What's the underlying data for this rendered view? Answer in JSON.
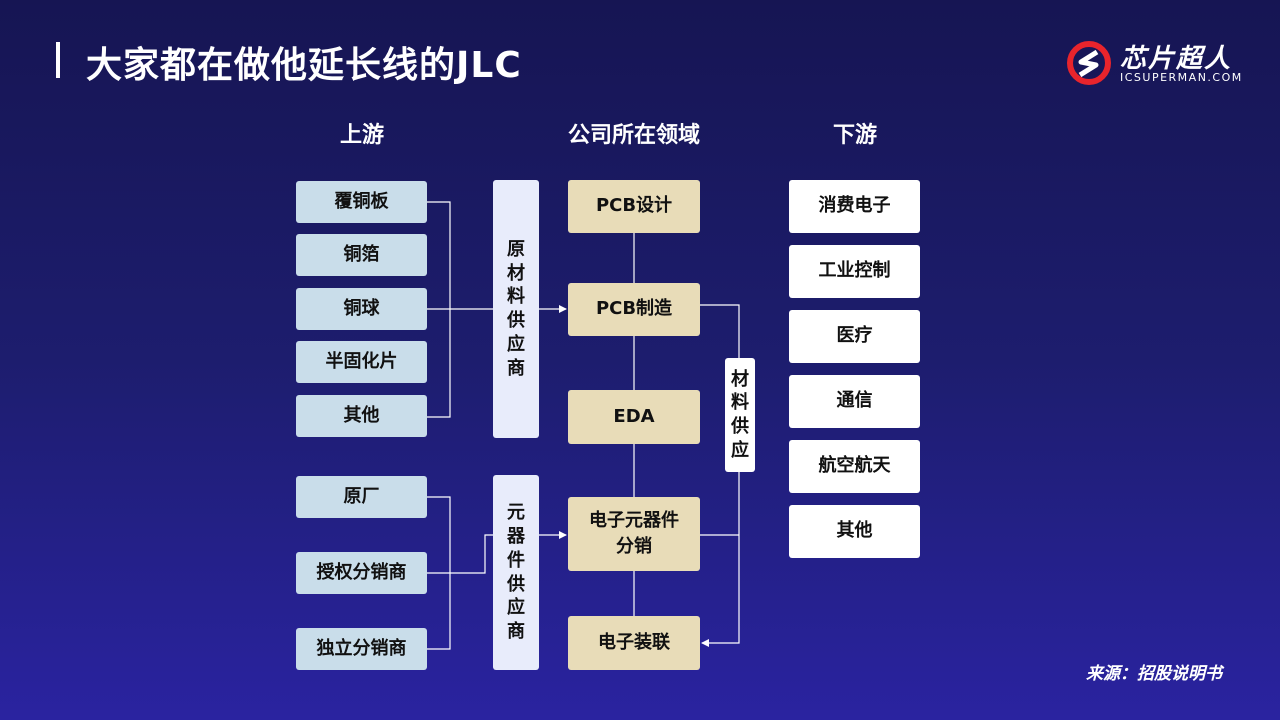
{
  "title": "大家都在做他延长线的JLC",
  "logo": {
    "name": "芯片超人",
    "sub": "ICSUPERMAN.COM"
  },
  "columns": {
    "upstream": "上游",
    "company": "公司所在领域",
    "downstream": "下游"
  },
  "upstream_materials": [
    {
      "label": "覆铜板"
    },
    {
      "label": "铜箔"
    },
    {
      "label": "铜球"
    },
    {
      "label": "半固化片"
    },
    {
      "label": "其他"
    }
  ],
  "upstream_components": [
    {
      "label": "原厂"
    },
    {
      "label": "授权分销商"
    },
    {
      "label": "独立分销商"
    }
  ],
  "materials_supplier": [
    "原",
    "材",
    "料",
    "供",
    "应",
    "商"
  ],
  "components_supplier": [
    "元",
    "器",
    "件",
    "供",
    "应",
    "商"
  ],
  "company_domains": [
    {
      "label": "PCB设计"
    },
    {
      "label": "PCB制造"
    },
    {
      "label": "EDA"
    },
    {
      "label": "电子元器件分销"
    },
    {
      "label": "电子装联"
    }
  ],
  "material_supply": [
    "材",
    "料",
    "供",
    "应"
  ],
  "downstream": [
    {
      "label": "消费电子"
    },
    {
      "label": "工业控制"
    },
    {
      "label": "医疗"
    },
    {
      "label": "通信"
    },
    {
      "label": "航空航天"
    },
    {
      "label": "其他"
    }
  ],
  "colors": {
    "upstream_box": "#c9ddea",
    "supplier_box": "#e8ecfb",
    "company_box": "#e8dcb8",
    "downstream_box": "#ffffff",
    "logo_red": "#e8242c"
  },
  "source": "来源：招股说明书"
}
